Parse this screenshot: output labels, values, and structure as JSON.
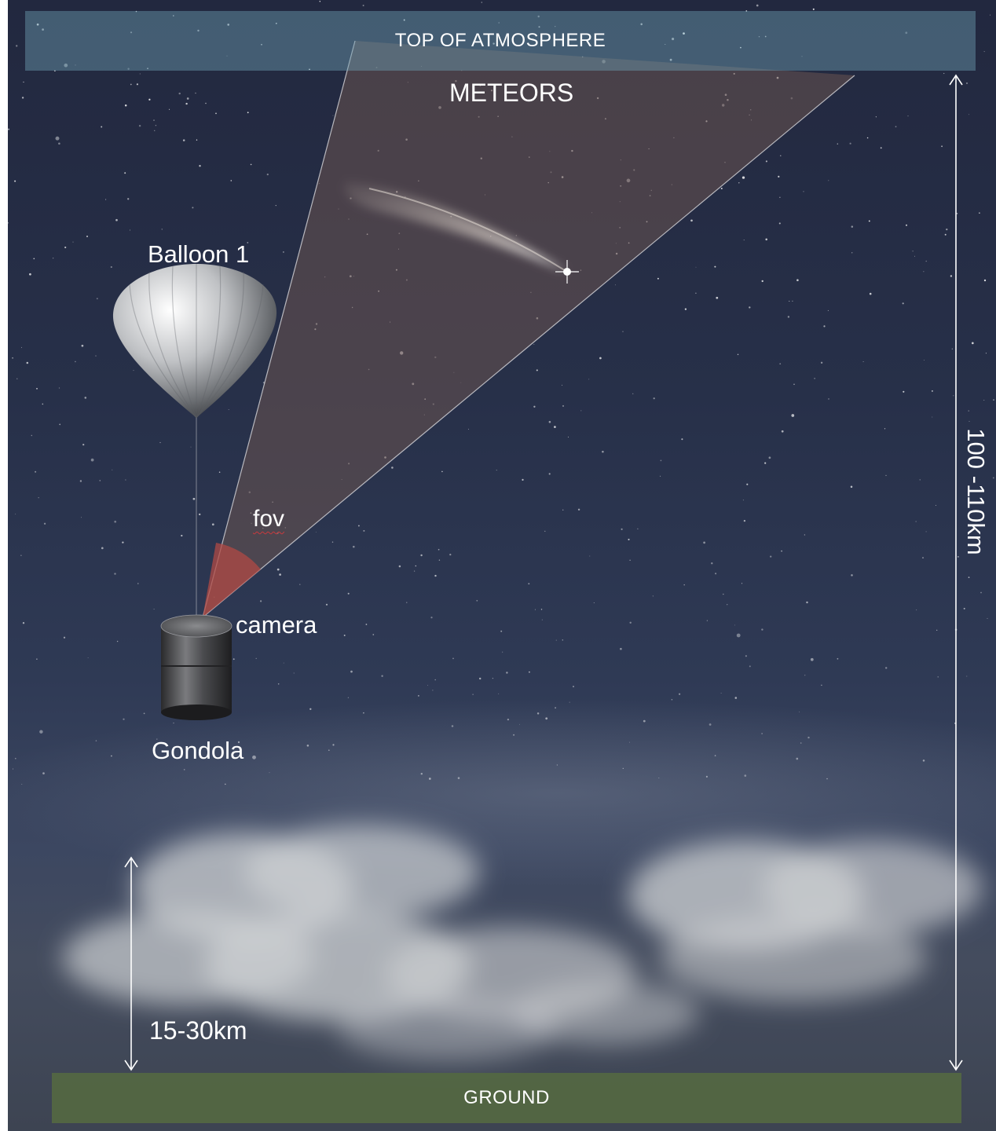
{
  "labels": {
    "top_of_atmosphere": "TOP OF ATMOSPHERE",
    "meteors": "METEORS",
    "balloon": "Balloon 1",
    "fov": "fov",
    "camera": "camera",
    "gondola": "Gondola",
    "low_altitude": "15-30km",
    "high_altitude": "100 -110km",
    "ground": "GROUND"
  },
  "colors": {
    "sky_top": "#22283f",
    "sky_bottom": "#3d4452",
    "atmosphere_band": "#6c9eb2",
    "ground_band": "#546842",
    "field_of_view": "#5a4a48",
    "fov_wedge": "#b04a44",
    "arrow": "#ffffff"
  },
  "icons": [
    "balloon-icon",
    "gondola-camera-icon",
    "meteor-icon",
    "cloud-icon",
    "star-field"
  ]
}
